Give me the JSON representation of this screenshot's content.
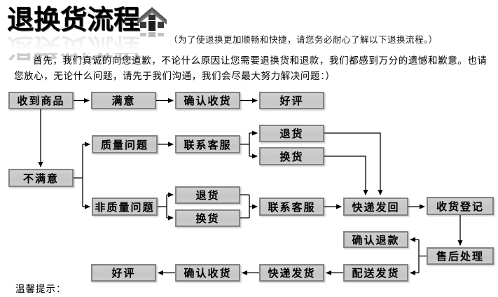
{
  "header": {
    "title": "退换货流程",
    "subtitle": "（为了使退换更加顺畅和快捷，请您务必耐心了解以下退换流程。）",
    "icon": "house-icon"
  },
  "intro": {
    "text": "首先，我们真诚的向您道歉，不论什么原因让您需要退换货和退款，我们都感到万分的遗憾和歉意。也请您放心，无论什么问题，请先于我们沟通，我们会尽最大努力解决问题：）"
  },
  "flowchart": {
    "colors": {
      "box_fill": "#c9c9c9",
      "box_border": "#828282",
      "line": "#000000"
    },
    "nodes": {
      "received": "收到商品",
      "satisfied": "满意",
      "confirm_receipt_top": "确认收货",
      "good_review_top": "好评",
      "quality_issue": "质量问题",
      "contact_cs_quality": "联系客服",
      "return_quality": "退货",
      "exchange_quality": "换货",
      "unsatisfied": "不满意",
      "non_quality_issue": "非质量问题",
      "return_nonquality": "退货",
      "exchange_nonquality": "换货",
      "contact_cs_nonquality": "联系客服",
      "express_return": "快递发回",
      "receipt_registration": "收货登记",
      "confirm_refund": "确认退款",
      "after_sales": "售后处理",
      "dispatch_shipping": "配送发货",
      "express_shipping": "快递发货",
      "confirm_receipt_bottom": "确认收货",
      "good_review_bottom": "好评"
    }
  },
  "footer": {
    "tips_label": "温馨提示："
  }
}
